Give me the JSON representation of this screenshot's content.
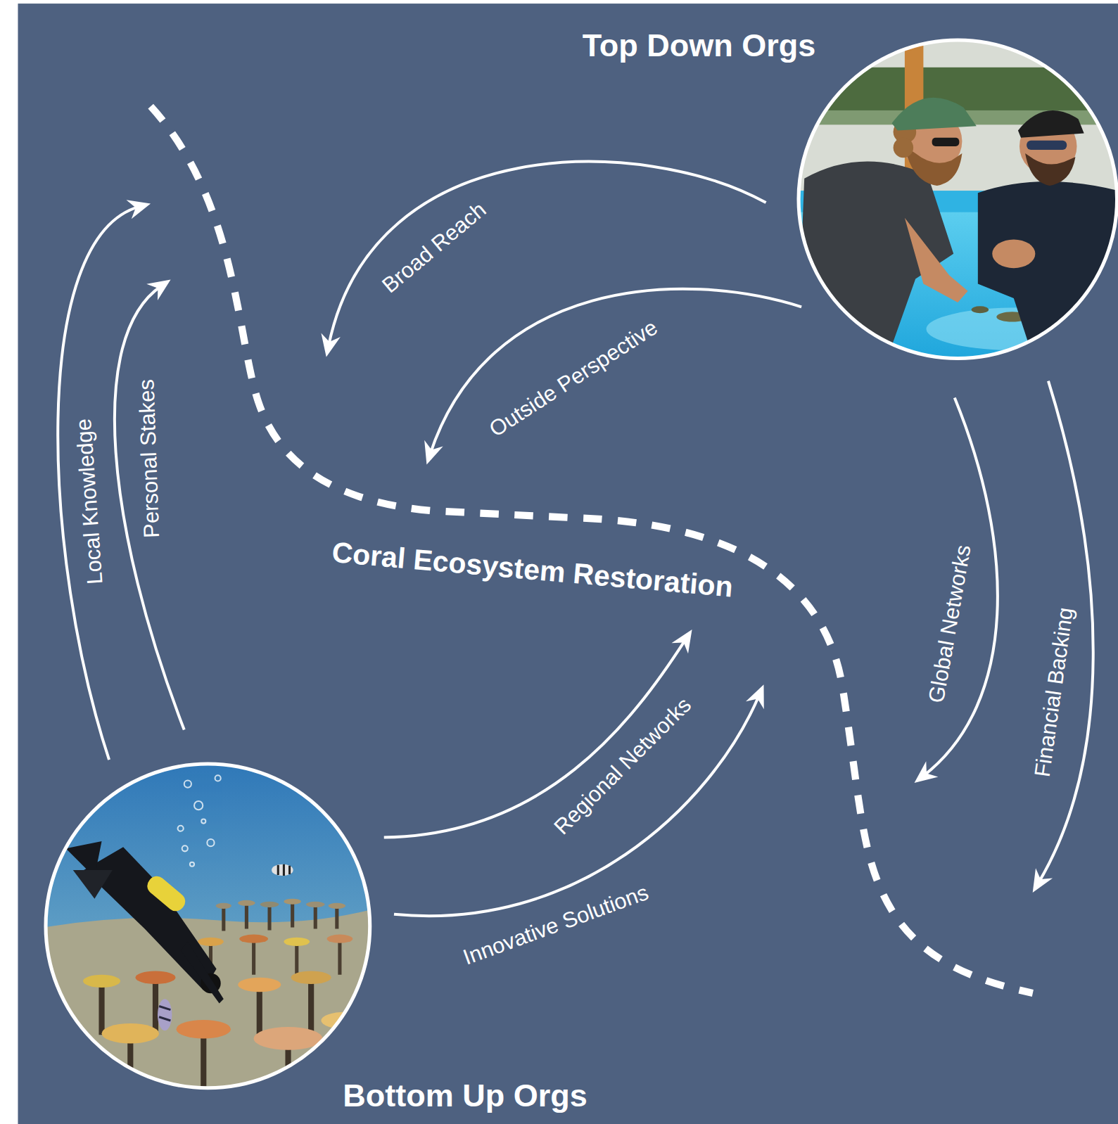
{
  "diagram": {
    "nodes": [
      {
        "text": [
          "Top Down Orgs"
        ]
      },
      {
        "text": [
          "Coral Ecosystem Restoration"
        ]
      },
      {
        "text": [
          "Bottom Up Orgs"
        ]
      }
    ],
    "edges": [
      {
        "from": 0,
        "to": 1,
        "label": "Broad Reach",
        "arrow": "to"
      },
      {
        "from": 0,
        "to": 1,
        "label": "Outside Perspective",
        "arrow": "to"
      },
      {
        "from": 0,
        "to": 1,
        "label": "Global Networks",
        "arrow": "to"
      },
      {
        "from": 0,
        "to": 1,
        "label": "Financial Backing",
        "arrow": "to"
      },
      {
        "from": 2,
        "to": 1,
        "label": "Local Knowledge",
        "arrow": "to"
      },
      {
        "from": 2,
        "to": 1,
        "label": "Personal Stakes",
        "arrow": "to"
      },
      {
        "from": 2,
        "to": 1,
        "label": "Regional Networks",
        "arrow": "to"
      },
      {
        "from": 2,
        "to": 1,
        "label": "Innovative Solutions",
        "arrow": "to"
      }
    ]
  }
}
